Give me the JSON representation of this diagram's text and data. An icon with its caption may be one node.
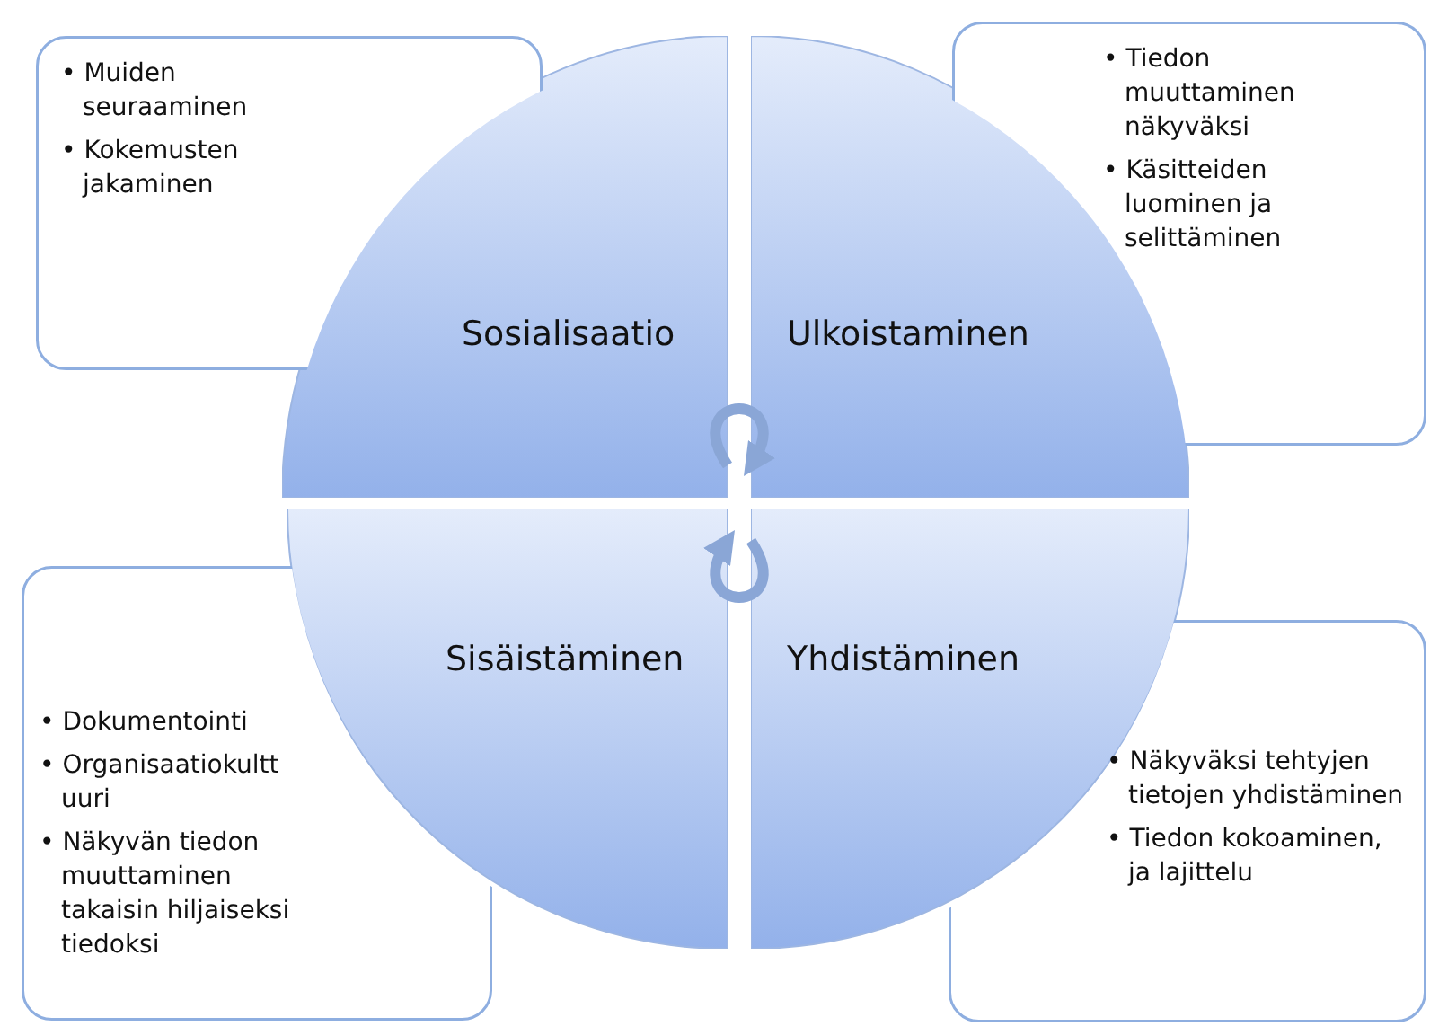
{
  "diagram": {
    "nodes": [
      {
        "text": [
          "• Muiden seuraaminen",
          "• Kokemusten jakaminen"
        ]
      },
      {
        "text": [
          "Sosialisaatio"
        ]
      },
      {
        "text": [
          "Ulkoistaminen"
        ]
      },
      {
        "text": [
          "• Tiedon muuttaminen näkyväksi",
          "• Käsitteiden luominen ja selittäminen"
        ]
      },
      {
        "text": [
          "• Dokumentointi",
          "• Organisaatiokultt uuri",
          "• Näkyvän tiedon muuttaminen takaisin hiljaiseksi tiedoksi"
        ]
      },
      {
        "text": [
          "Sisäistäminen"
        ]
      },
      {
        "text": [
          "Yhdistäminen"
        ]
      },
      {
        "text": [
          "• Näkyväksi tehtyjen tietojen yhdistäminen",
          "• Tiedon kokoaminen, ja lajittelu"
        ]
      }
    ],
    "edges": [
      {
        "from": 1,
        "to": 2,
        "arrow": "to"
      },
      {
        "from": 6,
        "to": 5,
        "arrow": "to"
      }
    ]
  }
}
